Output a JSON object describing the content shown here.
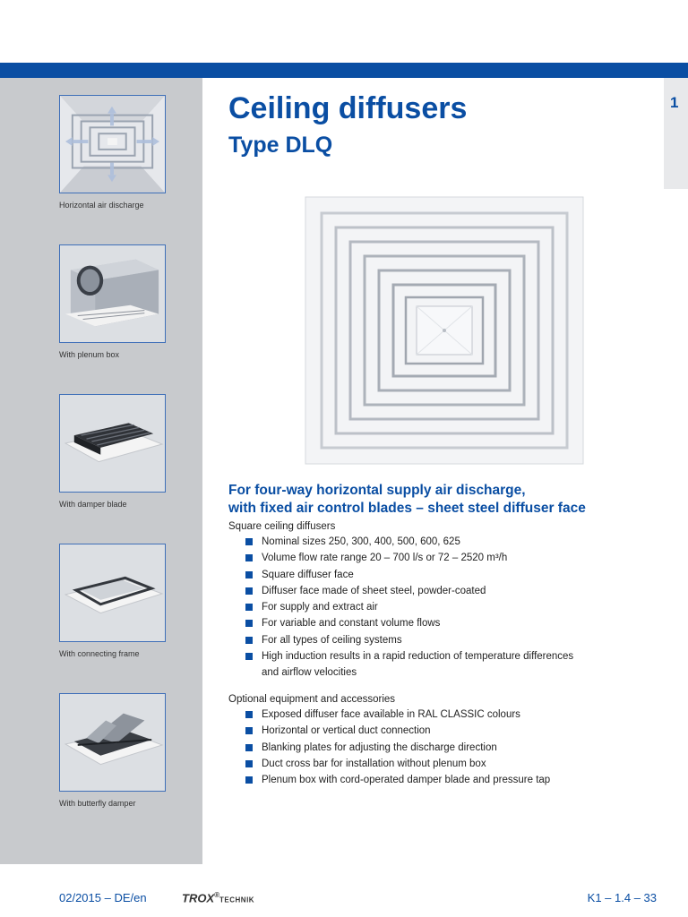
{
  "header": {
    "title": "Ceiling diffusers",
    "subtitle": "Type DLQ",
    "chapter_number": "1"
  },
  "sidebar": {
    "items": [
      {
        "caption": "Horizontal air discharge"
      },
      {
        "caption": "With plenum box"
      },
      {
        "caption": "With damper blade"
      },
      {
        "caption": "With connecting frame"
      },
      {
        "caption": "With butterfly damper"
      }
    ]
  },
  "main": {
    "headline_line1": "For four-way horizontal supply air discharge,",
    "headline_line2": "with fixed air control blades – sheet steel diffuser face",
    "section1_label": "Square ceiling diffusers",
    "section1_bullets": [
      "Nominal sizes 250, 300, 400, 500, 600, 625",
      "Volume flow rate range 20 – 700 l/s or 72 – 2520 m³/h",
      "Square diffuser face",
      "Diffuser face made of sheet steel, powder-coated",
      "For supply and extract air",
      "For variable and constant volume flows",
      "For all types of ceiling systems",
      "High induction results in a rapid reduction of temperature differences"
    ],
    "section1_bullet_continuation": "and airflow velocities",
    "section2_label": "Optional equipment and accessories",
    "section2_bullets": [
      "Exposed diffuser face available in RAL CLASSIC colours",
      "Horizontal or vertical duct connection",
      "Blanking plates for adjusting the discharge direction",
      "Duct cross bar for installation without plenum box",
      "Plenum box with cord-operated damper blade and pressure tap"
    ]
  },
  "footer": {
    "date_lang": "02/2015 – DE/en",
    "brand": "TROX",
    "brand_sup": "®",
    "brand_suffix": "TECHNIK",
    "page_ref": "K1 – 1.4 – 33"
  },
  "colors": {
    "brand_blue": "#0a4ea3",
    "sidebar_grey": "#c8cacd"
  }
}
